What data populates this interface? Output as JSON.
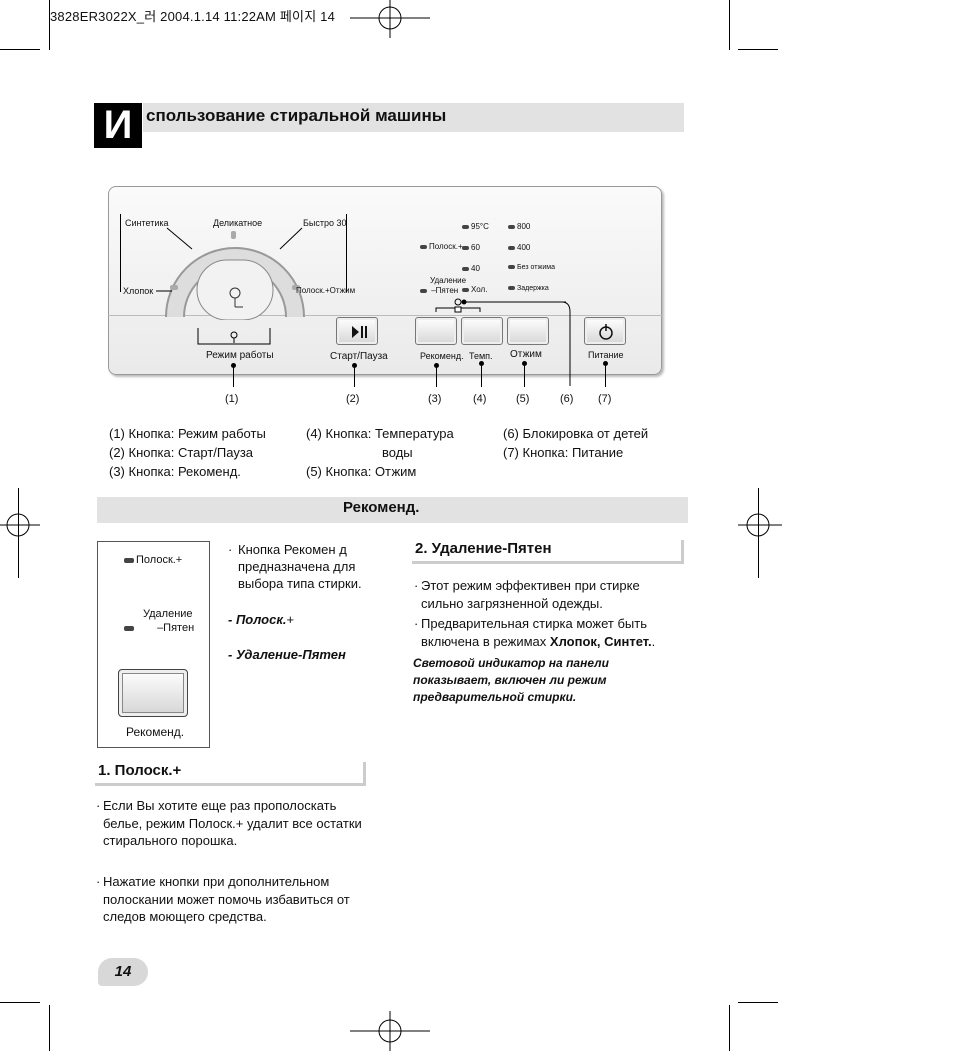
{
  "print_header": "3828ER3022X_러  2004.1.14 11:22AM 페이지 14",
  "title": {
    "letter": "И",
    "text": "спользование стиральной машины"
  },
  "panel": {
    "dial": {
      "synthetics": "Синтетика",
      "delicate": "Деликатное",
      "quick30": "Быстро 30",
      "cotton": "Хлопок",
      "rinse_spin": "Полоск.+Отжим",
      "mode_label": "Режим работы"
    },
    "start_pause_label": "Старт/Пауза",
    "leds": {
      "rinse_plus": "Полоск.+",
      "stain_removal_line1": "Удаление",
      "stain_removal_line2": "–Пятен",
      "temp": [
        "95°C",
        "60",
        "40",
        "Хол."
      ],
      "spin": [
        "800",
        "400",
        "Без отжима",
        "Задержка"
      ]
    },
    "buttons": {
      "recommend": "Рекоменд.",
      "temp": "Темп.",
      "spin": "Отжим",
      "power": "Питание"
    },
    "callout_numbers": [
      "(1)",
      "(2)",
      "(3)",
      "(4)",
      "(5)",
      "(6)",
      "(7)"
    ]
  },
  "legend": {
    "col1": [
      "(1) Кнопка: Режим работы",
      "(2) Кнопка: Старт/Пауза",
      "(3) Кнопка: Рекоменд."
    ],
    "col2_line1": "(4) Кнопка: Температура",
    "col2_line2": "воды",
    "col2_line3": "(5) Кнопка: Отжим",
    "col3": [
      "(6) Блокировка от детей",
      "(7) Кнопка: Питание"
    ]
  },
  "section_title": "Рекоменд.",
  "illustration": {
    "rinse": "Полоск.+",
    "stain_line1": "Удаление",
    "stain_line2": "–Пятен",
    "button_label": "Рекоменд."
  },
  "intro": {
    "bullet": "Кнопка Рекомен д предназначена для выбора типа стирки.",
    "item1": "- Полоск.",
    "item1_suffix": "+",
    "item2": "- Удаление-Пятен"
  },
  "section1": {
    "heading": "1. Полоск.+",
    "bullets": [
      "Если Вы хотите еще раз прополоскать белье, режим Полоск.+ удалит все остатки стирального порошка.",
      "Нажатие кнопки при дополнительном полоскании может помочь избавиться от следов моющего средства."
    ]
  },
  "section2": {
    "heading": "2. Удаление-Пятен",
    "bullet1": "Этот режим эффективен при стирке сильно загрязненной одежды.",
    "bullet2_prefix": "Предварительная стирка может быть включена в режимах",
    "bullet2_bold": "Хлопок, Синтет.",
    "bullet2_suffix": ".",
    "note": "Световой индикатор на панели показывает, включен ли режим предварительной стирки."
  },
  "page_number": "14"
}
